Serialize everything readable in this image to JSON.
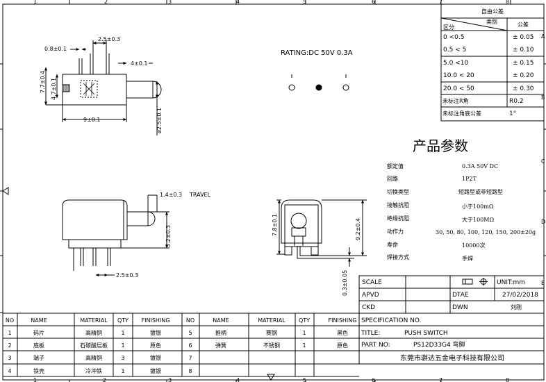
{
  "frame": {
    "col_numbers": [
      "1",
      "2",
      "3",
      "4",
      "5",
      "6",
      "7",
      "8"
    ],
    "row_letters": [
      "A",
      "B",
      "C",
      "D",
      "E"
    ]
  },
  "tolerance_table": {
    "title": "自由公差",
    "header_left_top": "类别",
    "header_left_bottom": "区分",
    "header_right": "公差",
    "rows": [
      {
        "range": "0    <0.5",
        "tol": "± 0.05"
      },
      {
        "range": "0.5    < 5",
        "tol": "± 0.10"
      },
      {
        "range": "5.0    <10",
        "tol": "± 0.15"
      },
      {
        "range": "10.0   < 20",
        "tol": "± 0.20"
      },
      {
        "range": "20.0   < 50",
        "tol": "± 0.30"
      }
    ],
    "extra_rows": [
      {
        "label": "未标注R角",
        "value": "R0.2"
      },
      {
        "label": "未标注角底公差",
        "value": "1°"
      }
    ]
  },
  "rating": "RATING:DC  50V  0.3A",
  "params": {
    "title": "产品参数",
    "rows": [
      {
        "label": "额定值",
        "value": "0.3A  50V  DC"
      },
      {
        "label": "回路",
        "value": "1P2T"
      },
      {
        "label": "切换类型",
        "value": "短路型或非短路型"
      },
      {
        "label": "接触抗阻",
        "value": "小于100mΩ"
      },
      {
        "label": "绝缘抗阻",
        "value": "大于100MΩ"
      },
      {
        "label": "动作力",
        "value": "30, 50, 80, 100, 120, 150, 200±20g"
      },
      {
        "label": "寿命",
        "value": "10000次"
      },
      {
        "label": "焊接方式",
        "value": "手焊"
      }
    ]
  },
  "dims": {
    "d1": "2.5±0.3",
    "d2": "0.8±0.1",
    "d3": "4±0.1",
    "d4": "7.7±0.4",
    "d5": "4.7±0.1",
    "d6": "9±0.1",
    "d7": "ø2.5±0.1",
    "d8": "1.4±0.3",
    "travel": "TRAVEL",
    "d9": "5.2±0.3",
    "d10": "2.5±0.3",
    "d11": "7.8±0.1",
    "d12": "9.2±0.4",
    "d13": "0.3±0.05"
  },
  "title_block": {
    "scale_label": "SCALE",
    "dtae_label": "DTAE",
    "unit": "UNIT:mm",
    "apvd_label": "APVD",
    "date": "27/02/2018",
    "ckd_label": "CKD",
    "dwn_label": "DWN",
    "dwn_value": "刘刚",
    "spec_label": "SPECIFICATION NO.",
    "title_label": "TITLE:",
    "title_value": "PUSH SWITCH",
    "part_label": "PART NO:",
    "part_value": "PS12D33G4 弯脚",
    "company": "东莞市骐达五金电子科技有限公司"
  },
  "bom": {
    "headers": [
      "NO",
      "NAME",
      "MATERIAL",
      "QTY",
      "FINISHING",
      "NO",
      "NAME",
      "MATERIAL",
      "QTY",
      "FINISHING"
    ],
    "rows": [
      [
        "1",
        "码片",
        "高精铜",
        "1",
        "镀银",
        "5",
        "推柄",
        "赛钢",
        "1",
        "黑色"
      ],
      [
        "2",
        "底板",
        "石碳酸层板",
        "1",
        "原色",
        "6",
        "弹簧",
        "不锈钢",
        "1",
        "原色"
      ],
      [
        "3",
        "端子",
        "高精铜",
        "3",
        "镀银",
        "7",
        "",
        "",
        "",
        ""
      ],
      [
        "4",
        "铁壳",
        "冷冲铁",
        "1",
        "镀银",
        "8",
        "",
        "",
        "",
        ""
      ]
    ]
  }
}
